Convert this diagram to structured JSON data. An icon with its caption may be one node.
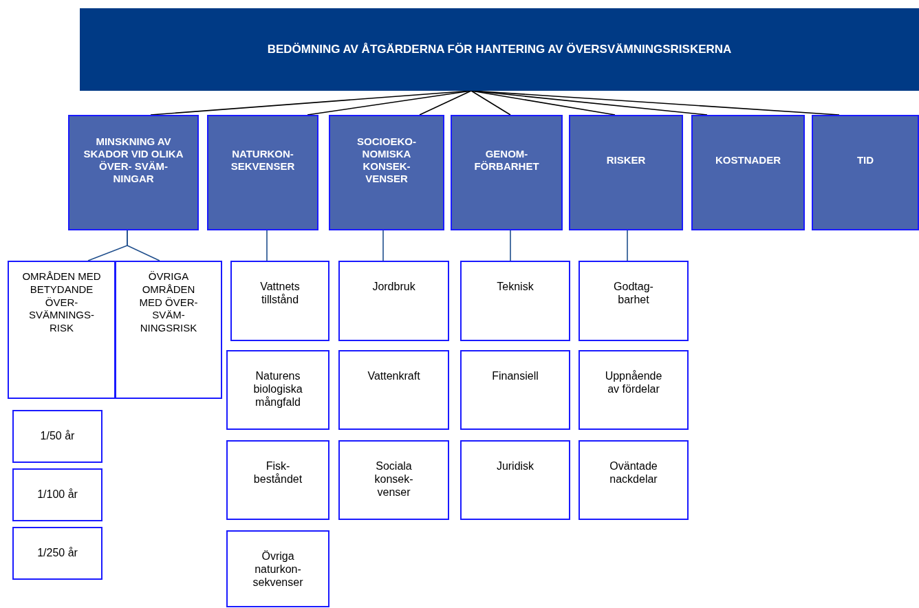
{
  "diagram": {
    "nodes": [
      {
        "text": [
          "BEDÖMNING AV ÅTGÄRDERNA FÖR HANTERING AV ÖVERSVÄMNINGSRISKERNA"
        ]
      },
      {
        "text": [
          "MINSKNING AV SKADOR VID OLIKA ÖVER- SVÄM-NINGAR"
        ]
      },
      {
        "text": [
          "NATURKON- SEKVENSER"
        ]
      },
      {
        "text": [
          "SOCIOEKO- NOMISKA KONSEK- VENSER"
        ]
      },
      {
        "text": [
          "GENOM- FÖRBARHET"
        ]
      },
      {
        "text": [
          "RISKER"
        ]
      },
      {
        "text": [
          "KOSTNADER"
        ]
      },
      {
        "text": [
          "TID"
        ]
      },
      {
        "text": [
          "OMRÅDEN MED BETYDANDE ÖVER- SVÄMNINGS- RISK"
        ]
      },
      {
        "text": [
          "ÖVRIGA OMRÅDEN MED ÖVER- SVÄM- NINGSRISK"
        ]
      },
      {
        "text": [
          "1/50 år"
        ]
      },
      {
        "text": [
          "1/100 år"
        ]
      },
      {
        "text": [
          "1/250 år"
        ]
      },
      {
        "text": [
          "Vattnets tillstånd"
        ]
      },
      {
        "text": [
          "Naturens biologiska mångfald"
        ]
      },
      {
        "text": [
          "Fisk- beståndet"
        ]
      },
      {
        "text": [
          "Övriga naturkon- sekvenser"
        ]
      },
      {
        "text": [
          "Jordbruk"
        ]
      },
      {
        "text": [
          "Vattenkraft"
        ]
      },
      {
        "text": [
          "Sociala konsek- venser"
        ]
      },
      {
        "text": [
          "Teknisk"
        ]
      },
      {
        "text": [
          "Finansiell"
        ]
      },
      {
        "text": [
          "Juridisk"
        ]
      },
      {
        "text": [
          "Godtag- barhet"
        ]
      },
      {
        "text": [
          "Uppnående av fördelar"
        ]
      },
      {
        "text": [
          "Oväntade nackdelar"
        ]
      }
    ],
    "edges": [
      {
        "from": 0,
        "to": 1,
        "arrow": "none"
      },
      {
        "from": 0,
        "to": 2,
        "arrow": "none"
      },
      {
        "from": 0,
        "to": 3,
        "arrow": "none"
      },
      {
        "from": 0,
        "to": 4,
        "arrow": "none"
      },
      {
        "from": 0,
        "to": 5,
        "arrow": "none"
      },
      {
        "from": 0,
        "to": 6,
        "arrow": "none"
      },
      {
        "from": 0,
        "to": 7,
        "arrow": "none"
      },
      {
        "from": 1,
        "to": 8,
        "arrow": "none",
        "color": "#1f4e8c"
      },
      {
        "from": 1,
        "to": 9,
        "arrow": "none",
        "color": "#1f4e8c"
      },
      {
        "from": 2,
        "to": 13,
        "arrow": "none",
        "color": "#1f4e8c"
      },
      {
        "from": 3,
        "to": 17,
        "arrow": "none",
        "color": "#1f4e8c"
      },
      {
        "from": 4,
        "to": 20,
        "arrow": "none",
        "color": "#1f4e8c"
      },
      {
        "from": 5,
        "to": 23,
        "arrow": "none",
        "color": "#1f4e8c"
      }
    ]
  }
}
